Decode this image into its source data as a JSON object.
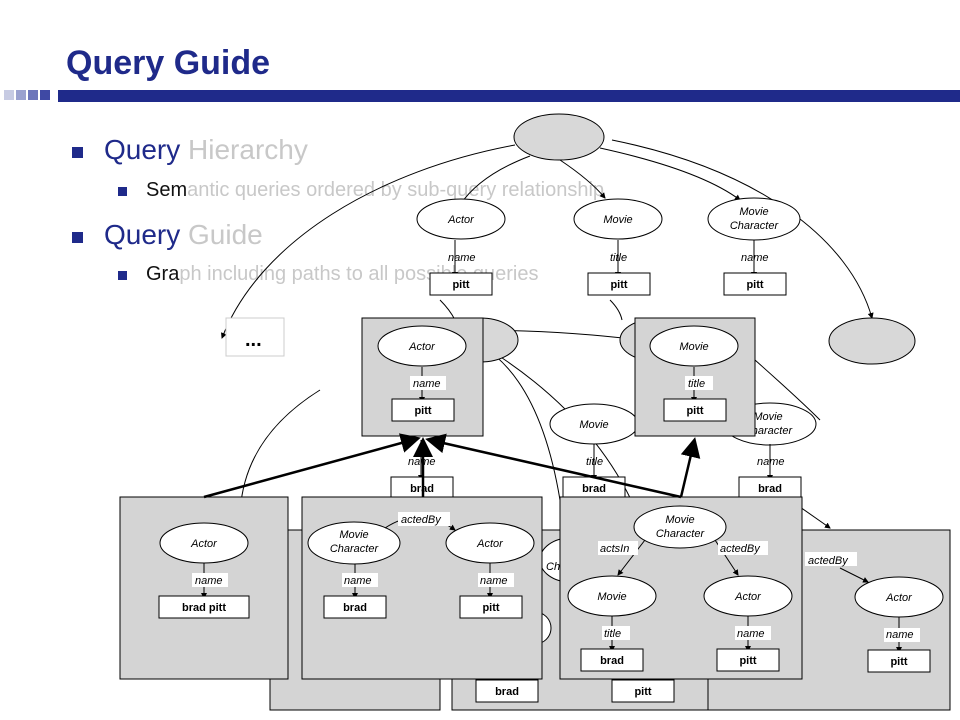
{
  "slide": {
    "title": "Query Guide",
    "bullets": [
      {
        "level": 1,
        "visible": "Query ",
        "faded": "Hierarchy"
      },
      {
        "level": 2,
        "visible": "Sem",
        "faded": "antic queries ordered by sub-query relationship"
      },
      {
        "level": 1,
        "visible": "Query ",
        "faded": "Guide"
      },
      {
        "level": 2,
        "visible": "Gra",
        "faded": "ph including paths to all possible queries"
      }
    ],
    "ellipsis": "...",
    "colors": {
      "title": "#1f2a8a",
      "box_fill": "#d4d4d4",
      "node_fill": "#d8d8d8"
    }
  },
  "diagram": {
    "top_queries": [
      {
        "node": "Actor",
        "edge": "name",
        "value": "pitt"
      },
      {
        "node": "Movie",
        "edge": "title",
        "value": "pitt"
      },
      {
        "node": "Movie Character",
        "node_lines": [
          "Movie",
          "Character"
        ],
        "edge": "name",
        "value": "pitt"
      }
    ],
    "mid_queries": [
      {
        "node": "Actor",
        "edge": "name",
        "value": "pitt"
      },
      {
        "node": "Movie",
        "edge": "title",
        "value": "pitt"
      }
    ],
    "background_queries": [
      {
        "node": "Movie",
        "edge": "title",
        "value": "brad"
      },
      {
        "node": "Movie Character",
        "node_lines": [
          "Movie",
          "Character"
        ],
        "edge": "name",
        "value": "brad"
      },
      {
        "edge": "name",
        "value": "brad"
      }
    ],
    "bottom_queries": {
      "q1": {
        "node": "Actor",
        "edge": "name",
        "value": "brad pitt"
      },
      "q2": {
        "node_a": [
          "Movie",
          "Character"
        ],
        "edge_a": "name",
        "value_a": "brad",
        "edge_link": "actedBy",
        "node_b": "Actor",
        "edge_b": "name",
        "value_b": "pitt"
      },
      "q3": {
        "node_top": [
          "Movie",
          "Character"
        ],
        "edge_left": "actsIn",
        "edge_right": "actedBy",
        "node_left": "Movie",
        "edge_left2": "title",
        "value_left": "brad",
        "node_right": "Actor",
        "edge_right2": "name",
        "value_right": "pitt"
      },
      "q4": {
        "edge_link": "actedBy",
        "node": "Actor",
        "edge": "name",
        "value": "pitt"
      },
      "back_values": [
        "brad",
        "pitt"
      ],
      "partial_node": [
        "M",
        "Ch"
      ]
    }
  }
}
